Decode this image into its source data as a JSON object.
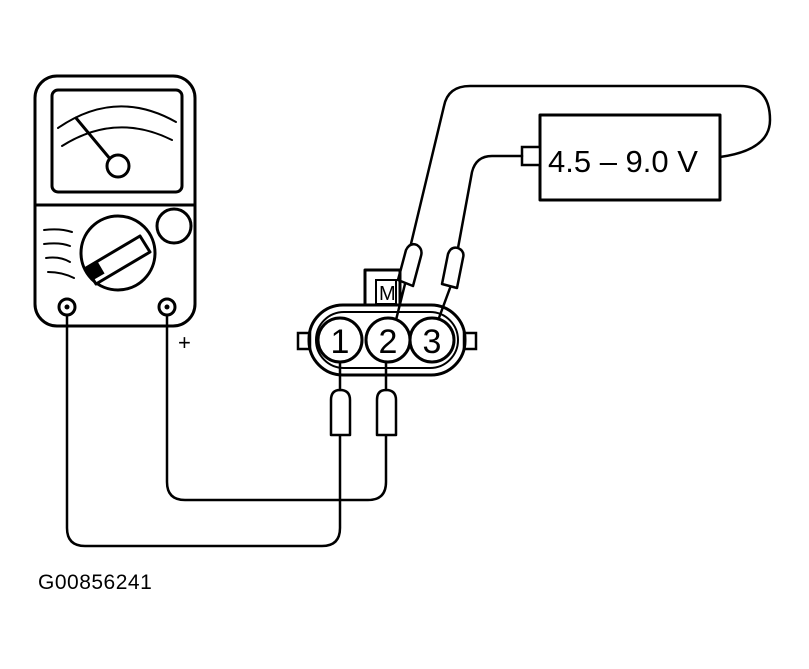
{
  "voltage_source": {
    "label": "4.5 – 9.0 V"
  },
  "meter": {
    "positive_label": "+"
  },
  "connector": {
    "pins": [
      "1",
      "2",
      "3"
    ],
    "marker": "M"
  },
  "figure_id": "G00856241"
}
